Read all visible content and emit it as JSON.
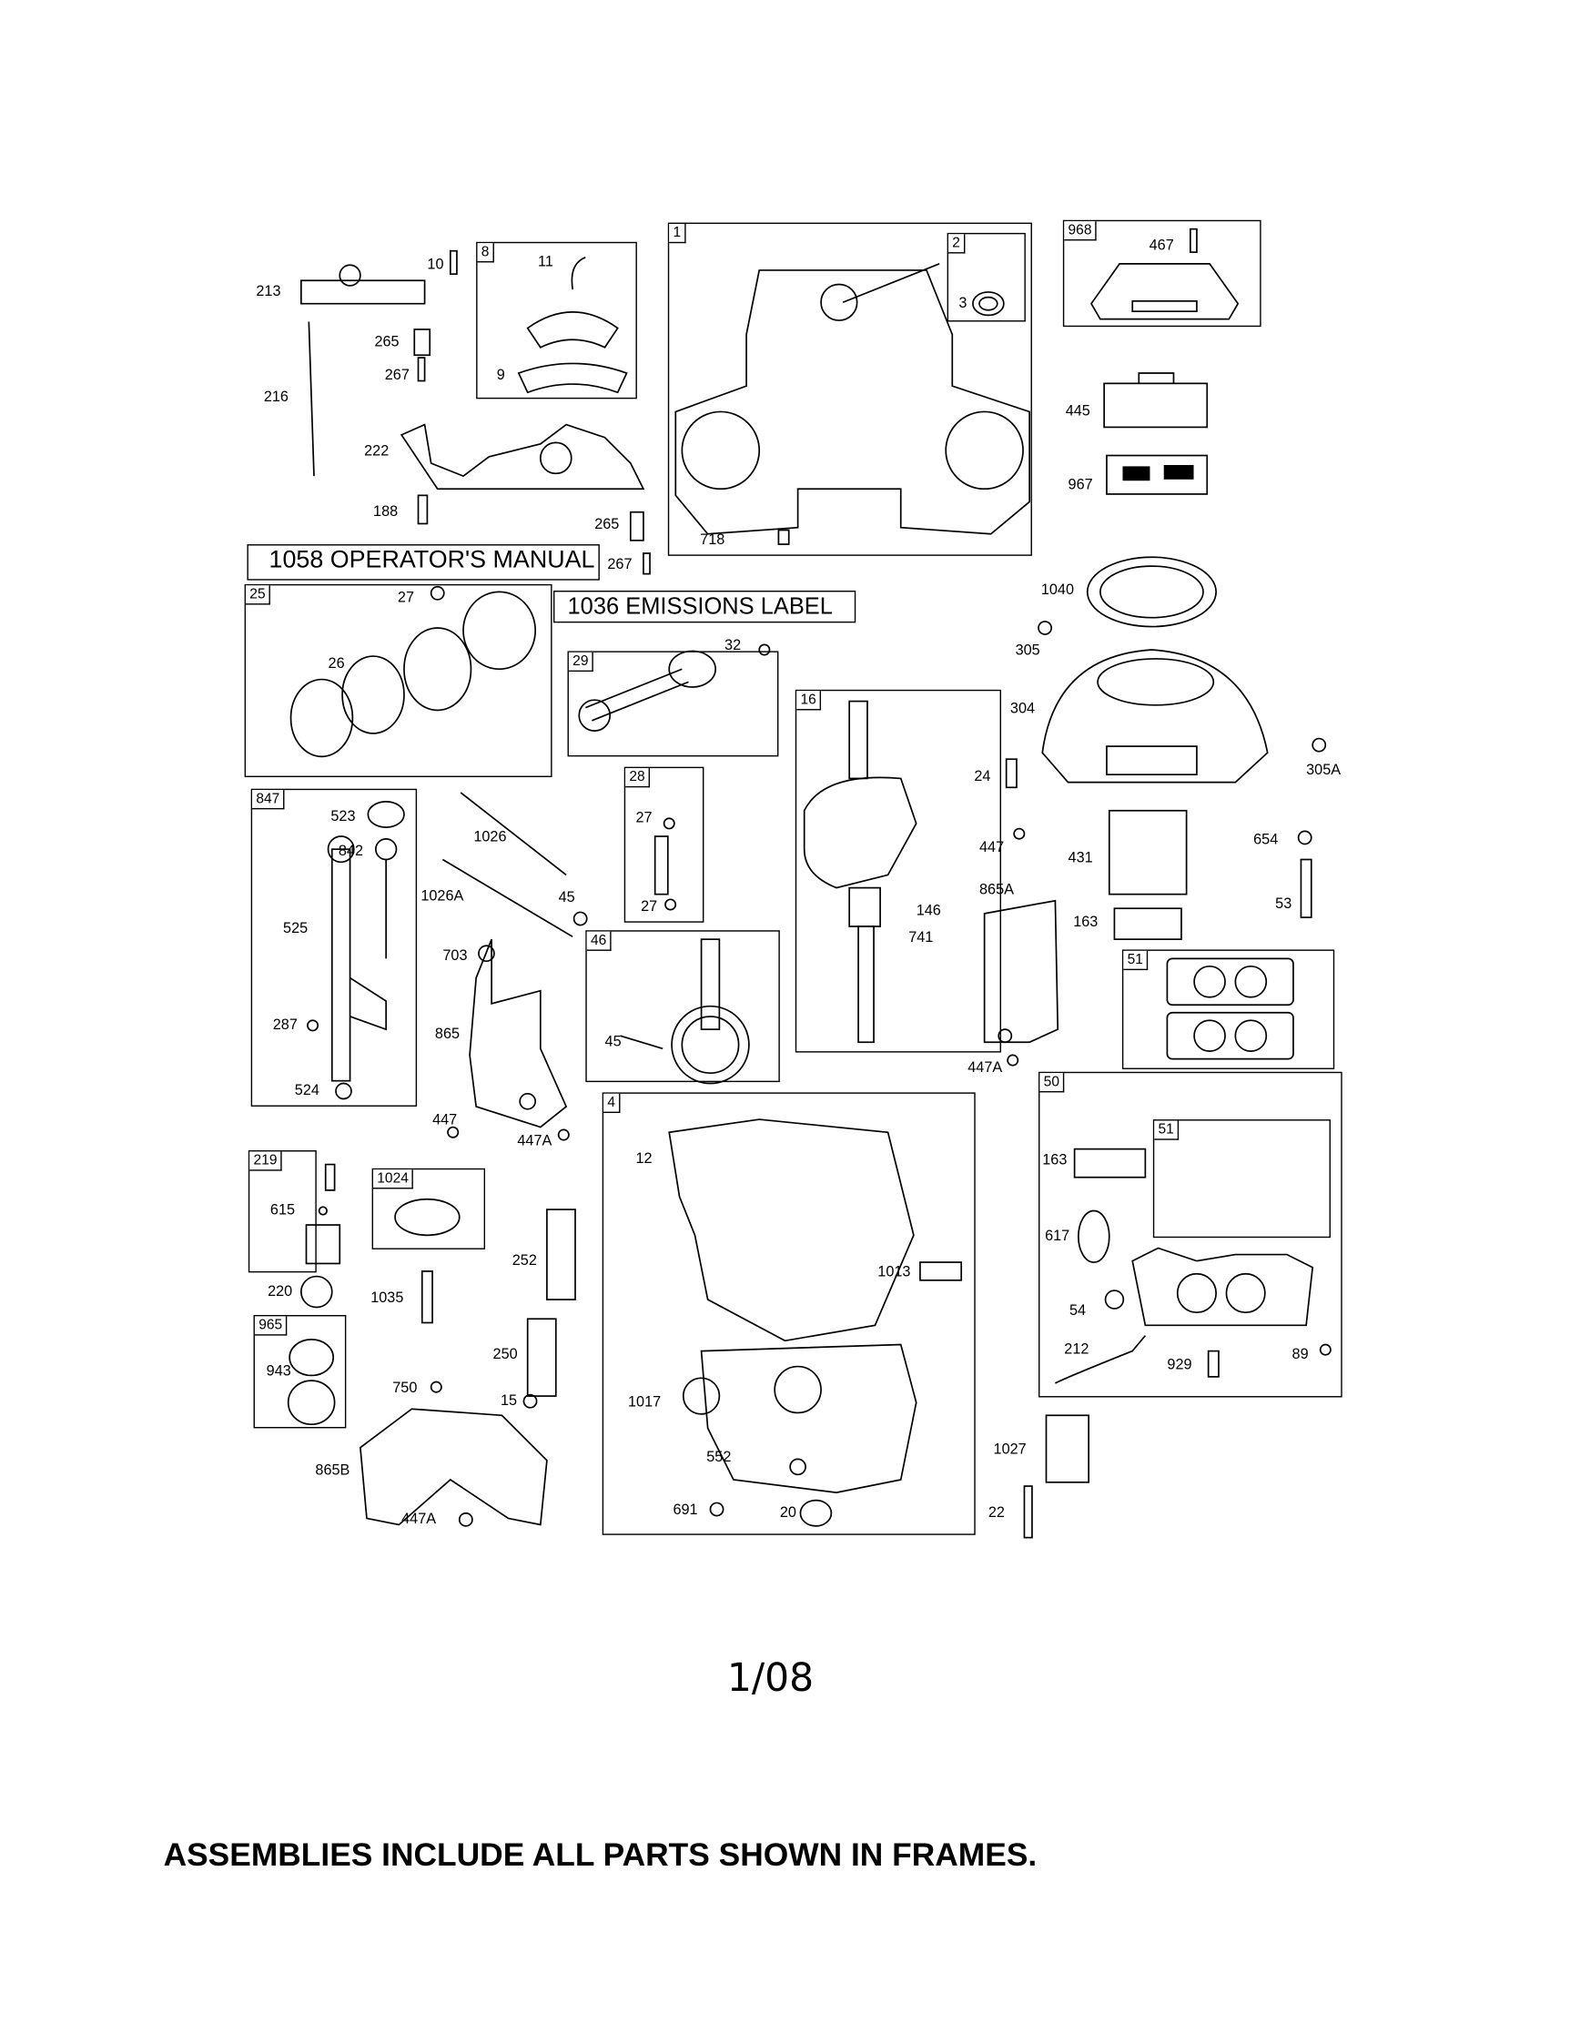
{
  "diagram": {
    "frames": [
      "8",
      "1",
      "2",
      "968",
      "25",
      "29",
      "16",
      "28",
      "847",
      "46",
      "51",
      "50",
      "51",
      "4",
      "219",
      "1024",
      "965"
    ],
    "text_boxes": [
      "1058 OPERATOR'S MANUAL",
      "1036 EMISSIONS LABEL"
    ],
    "callouts": [
      "213",
      "10",
      "11",
      "265",
      "267",
      "9",
      "216",
      "222",
      "188",
      "265",
      "267",
      "3",
      "718",
      "467",
      "445",
      "967",
      "1040",
      "305",
      "304",
      "305A",
      "27",
      "26",
      "32",
      "24",
      "654",
      "447",
      "431",
      "53",
      "163",
      "865A",
      "146",
      "741",
      "1026",
      "45",
      "1026A",
      "27",
      "27",
      "523",
      "842",
      "525",
      "703",
      "287",
      "865",
      "45",
      "524",
      "447A",
      "447",
      "447A",
      "12",
      "163",
      "615",
      "617",
      "252",
      "1013",
      "220",
      "1035",
      "54",
      "212",
      "250",
      "929",
      "89",
      "943",
      "750",
      "15",
      "1017",
      "1027",
      "552",
      "865B",
      "691",
      "20",
      "22",
      "447A"
    ],
    "date_code": "1/08",
    "footer_note": "ASSEMBLIES INCLUDE ALL PARTS SHOWN IN FRAMES."
  }
}
